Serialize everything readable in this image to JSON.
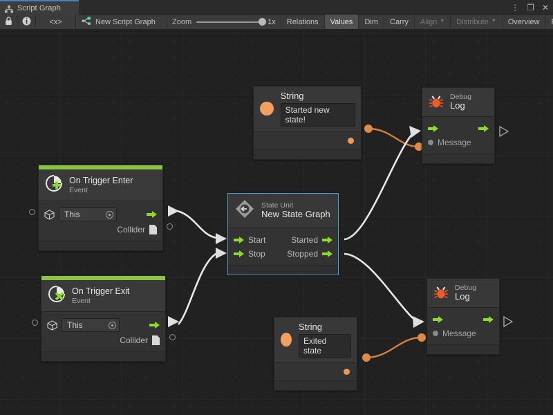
{
  "window": {
    "tab_label": "Script Graph",
    "tab_icon": "graph-icon",
    "controls": {
      "menu": "⋮",
      "maximize": "❐",
      "close": "✕"
    }
  },
  "toolbar": {
    "lock_icon": "lock-icon",
    "info_icon": "info-icon",
    "code_icon": "<x>",
    "graph_icon": "script-graph-icon",
    "graph_name": "New Script Graph",
    "zoom_label": "Zoom",
    "zoom_value": "1x",
    "buttons": [
      {
        "label": "Relations",
        "state": "normal"
      },
      {
        "label": "Values",
        "state": "active"
      },
      {
        "label": "Dim",
        "state": "normal"
      },
      {
        "label": "Carry",
        "state": "normal"
      },
      {
        "label": "Align",
        "state": "disabled",
        "caret": true
      },
      {
        "label": "Distribute",
        "state": "disabled",
        "caret": true
      },
      {
        "label": "Overview",
        "state": "normal"
      },
      {
        "label": "Full Scr",
        "state": "normal"
      }
    ]
  },
  "colors": {
    "canvas_bg": "#212121",
    "node_bg": "#333333",
    "node_header": "#3a3a3a",
    "event_accent": "#8cc63e",
    "flow_port": "#8ddb2c",
    "value_port": "#eb9a5a",
    "selection": "#4e9fd4",
    "edge_flow": "#e8e8e8",
    "edge_value": "#d4813f",
    "bug_icon": "#f05a28"
  },
  "nodes": {
    "string_top": {
      "title": "String",
      "value": "Started new state!",
      "icon": "string-value-icon"
    },
    "debug_log_top": {
      "subtitle": "Debug",
      "title": "Log",
      "icon": "bug-icon",
      "input_port": "Message"
    },
    "on_trigger_enter": {
      "title": "On Trigger Enter",
      "subtitle": "Event",
      "icon": "event-enter-icon",
      "target_value": "This",
      "output_label": "Collider"
    },
    "state_unit": {
      "subtitle": "State Unit",
      "title": "New  State  Graph",
      "icon": "state-unit-icon",
      "inputs": [
        "Start",
        "Stop"
      ],
      "outputs": [
        "Started",
        "Stopped"
      ],
      "selected": true
    },
    "on_trigger_exit": {
      "title": "On Trigger Exit",
      "subtitle": "Event",
      "icon": "event-exit-icon",
      "target_value": "This",
      "output_label": "Collider"
    },
    "string_bottom": {
      "title": "String",
      "value": "Exited state",
      "icon": "string-value-icon"
    },
    "debug_log_bottom": {
      "subtitle": "Debug",
      "title": "Log",
      "icon": "bug-icon",
      "input_port": "Message"
    }
  }
}
